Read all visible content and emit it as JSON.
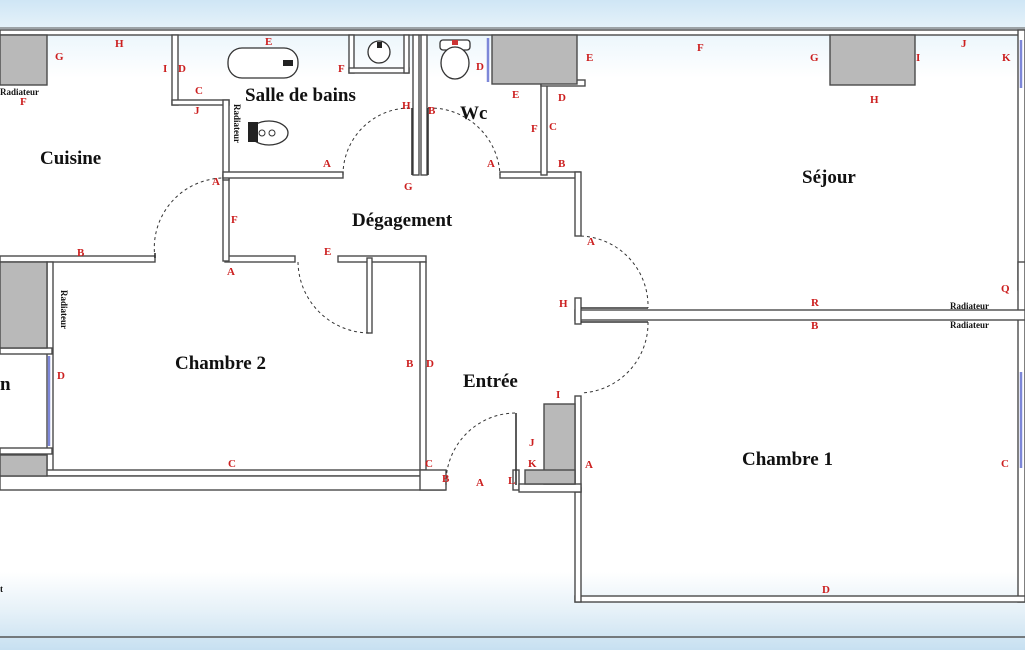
{
  "rooms": {
    "cuisine": "Cuisine",
    "salle_de_bains": "Salle de bains",
    "wc": "Wc",
    "sejour": "Séjour",
    "degagement": "Dégagement",
    "chambre2": "Chambre 2",
    "entree": "Entrée",
    "chambre1": "Chambre 1",
    "partial_left": "n",
    "partial_bottom_left": "t"
  },
  "annotations": {
    "radiateur": "Radiateur"
  },
  "letters": {
    "cuisine": [
      "G",
      "H",
      "I",
      "F",
      "J",
      "C",
      "A",
      "B"
    ],
    "bathroom": [
      "D",
      "E",
      "F",
      "H",
      "A",
      "G"
    ],
    "wc": [
      "D",
      "B",
      "E",
      "D",
      "C",
      "F",
      "A",
      "B"
    ],
    "sejour": [
      "E",
      "F",
      "G",
      "I",
      "J",
      "K",
      "H",
      "Q",
      "R",
      "B"
    ],
    "degagement": [
      "F",
      "E",
      "A",
      "A"
    ],
    "chambre2": [
      "D",
      "B",
      "C"
    ],
    "entree": [
      "D",
      "H",
      "I",
      "J",
      "K",
      "C",
      "B",
      "A",
      "L"
    ],
    "chambre1": [
      "A",
      "C",
      "D"
    ]
  },
  "colors": {
    "letters": "#cc1f1f",
    "radiator": "#b9b9b9",
    "window": "#7d87d8"
  }
}
